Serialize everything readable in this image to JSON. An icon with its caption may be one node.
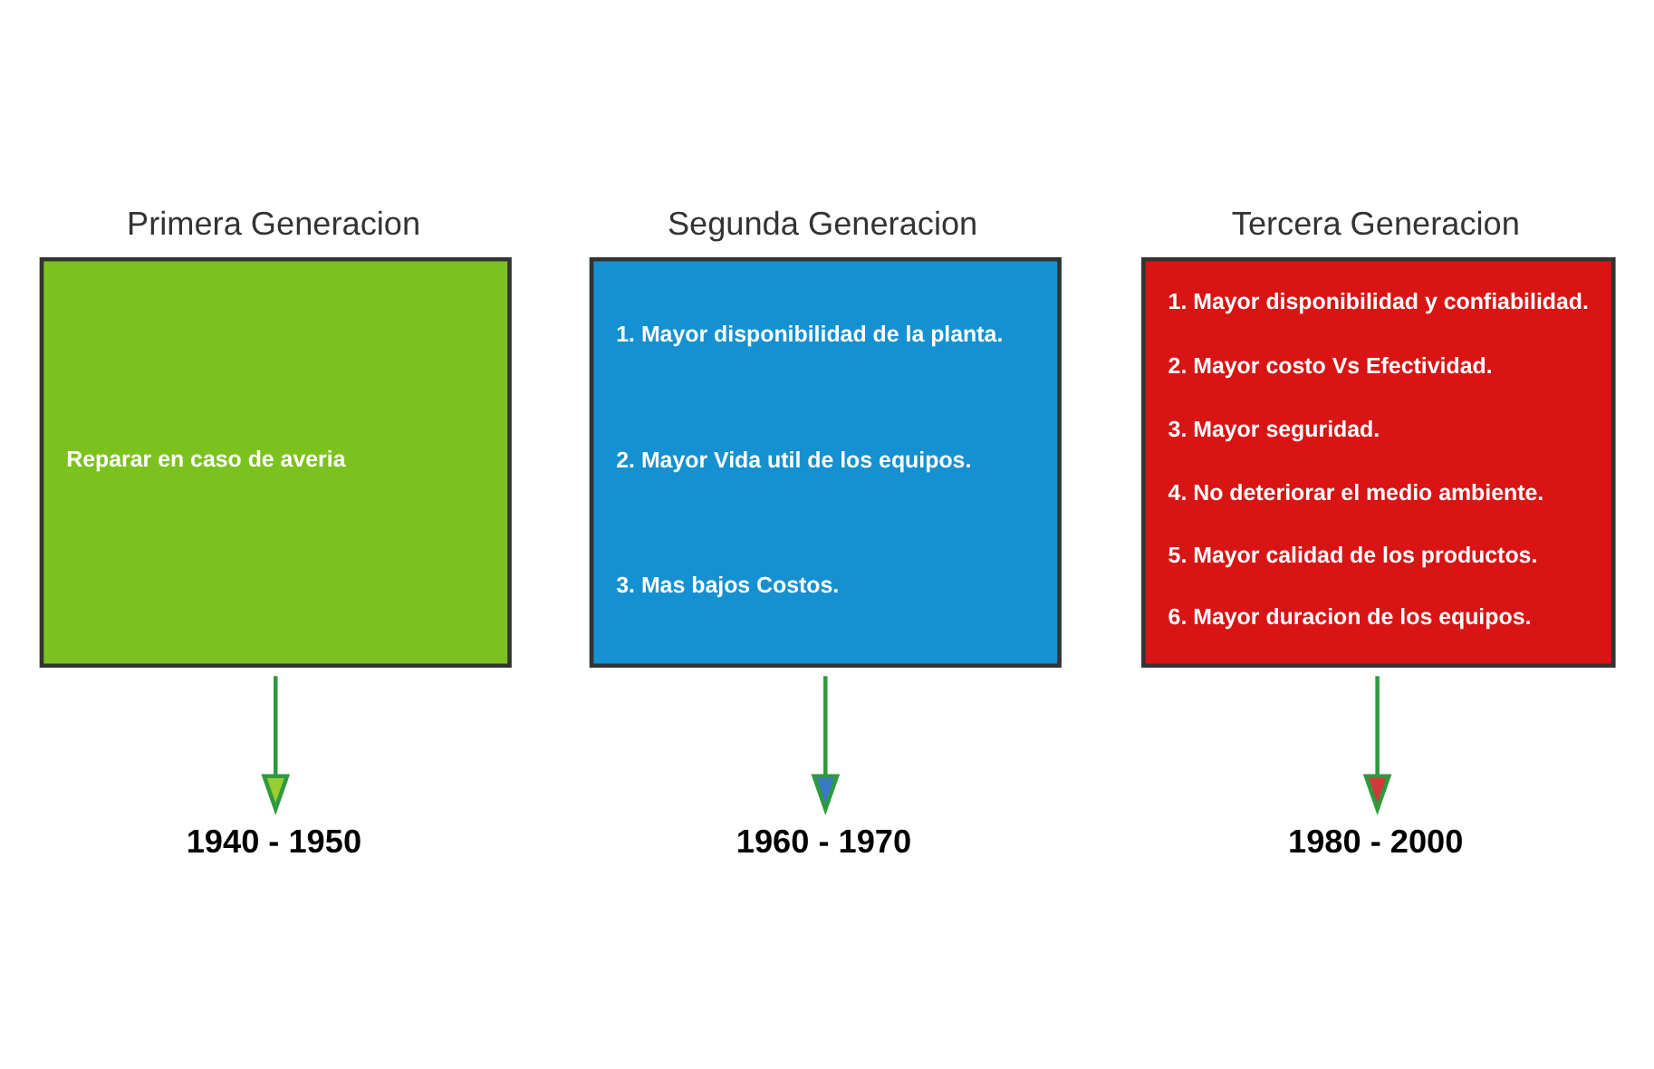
{
  "diagram": {
    "nodes": [
      {
        "text": [
          "Primera Generacion",
          "Reparar en caso de averia"
        ]
      },
      {
        "text": [
          "Segunda Generacion",
          "1. Mayor disponibilidad de la planta.",
          "2. Mayor Vida util de los equipos.",
          "3. Mas bajos Costos."
        ]
      },
      {
        "text": [
          "Tercera Generacion",
          "1. Mayor disponibilidad y confiabilidad.",
          "2. Mayor costo Vs Efectividad.",
          "3. Mayor seguridad.",
          "4. No deteriorar el medio ambiente.",
          "5. Mayor calidad de los productos.",
          "6. Mayor duracion de los equipos."
        ]
      },
      {
        "text": [
          "1940 - 1950"
        ]
      },
      {
        "text": [
          "1960 - 1970"
        ]
      },
      {
        "text": [
          "1980 - 2000"
        ]
      }
    ],
    "edges": [
      {
        "from": 0,
        "to": 3,
        "arrow": "to"
      },
      {
        "from": 1,
        "to": 4,
        "arrow": "to"
      },
      {
        "from": 2,
        "to": 5,
        "arrow": "to"
      }
    ]
  }
}
